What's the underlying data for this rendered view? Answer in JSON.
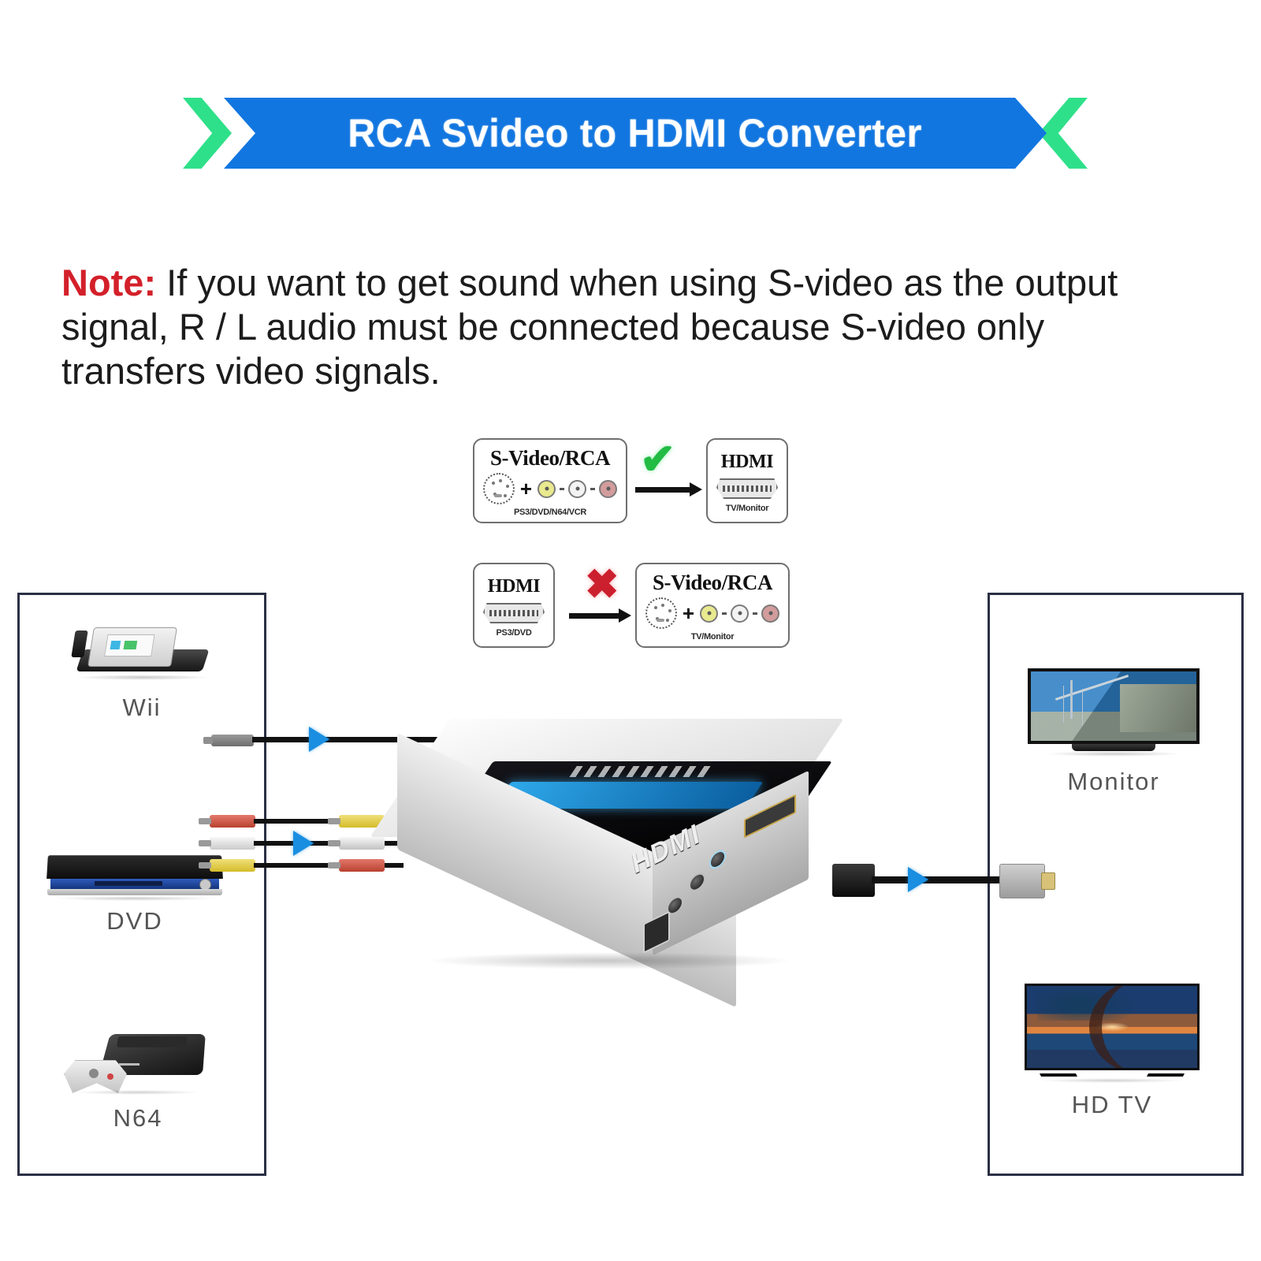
{
  "banner": {
    "title": "RCA Svideo to HDMI Converter",
    "body_color": "#1276e0",
    "chevron_color": "#2fe08a",
    "text_color": "#ffffff"
  },
  "note": {
    "keyword": "Note:",
    "keyword_color": "#d3202a",
    "text": " If you want to get sound when using S-video as the output signal, R / L audio must be connected because S-video only transfers video signals."
  },
  "compatibility": {
    "supported": {
      "source_label": "S-Video/RCA",
      "source_sub": "PS3/DVD/N64/VCR",
      "target_label": "HDMI",
      "target_sub": "TV/Monitor",
      "verdict_icon": "check-icon",
      "verdict": "✔",
      "verdict_color": "#22bb44"
    },
    "unsupported": {
      "source_label": "HDMI",
      "source_sub": "PS3/DVD",
      "target_label": "S-Video/RCA",
      "target_sub": "TV/Monitor",
      "verdict_icon": "cross-icon",
      "verdict": "✖",
      "verdict_color": "#cc1f2e"
    }
  },
  "sources": {
    "panel_name": "input-devices-panel",
    "devices": [
      {
        "label": "Wii",
        "icon": "wii-console-icon"
      },
      {
        "label": "DVD",
        "icon": "dvd-player-icon"
      },
      {
        "label": "N64",
        "icon": "n64-console-icon"
      }
    ]
  },
  "displays": {
    "panel_name": "output-displays-panel",
    "devices": [
      {
        "label": "Monitor",
        "icon": "computer-monitor-icon"
      },
      {
        "label": "HD TV",
        "icon": "hd-tv-icon"
      }
    ]
  },
  "converter": {
    "name": "rca-svideo-to-hdmi-converter",
    "face_text": "HDMI",
    "body_color": "#d2d2d2",
    "panel_color": "#000000",
    "accent_color": "#2ea8ea"
  },
  "connections": {
    "svideo_cable": {
      "name": "svideo-cable",
      "direction": "right"
    },
    "rca_cables": [
      {
        "name": "rca-cable-red",
        "color": "#d6564a"
      },
      {
        "name": "rca-cable-white",
        "color": "#e8e8e8"
      },
      {
        "name": "rca-cable-yellow",
        "color": "#e5c94a"
      }
    ],
    "hdmi_cable": {
      "name": "hdmi-cable",
      "direction": "right"
    },
    "flow_arrow_color": "#1a8ee0"
  }
}
